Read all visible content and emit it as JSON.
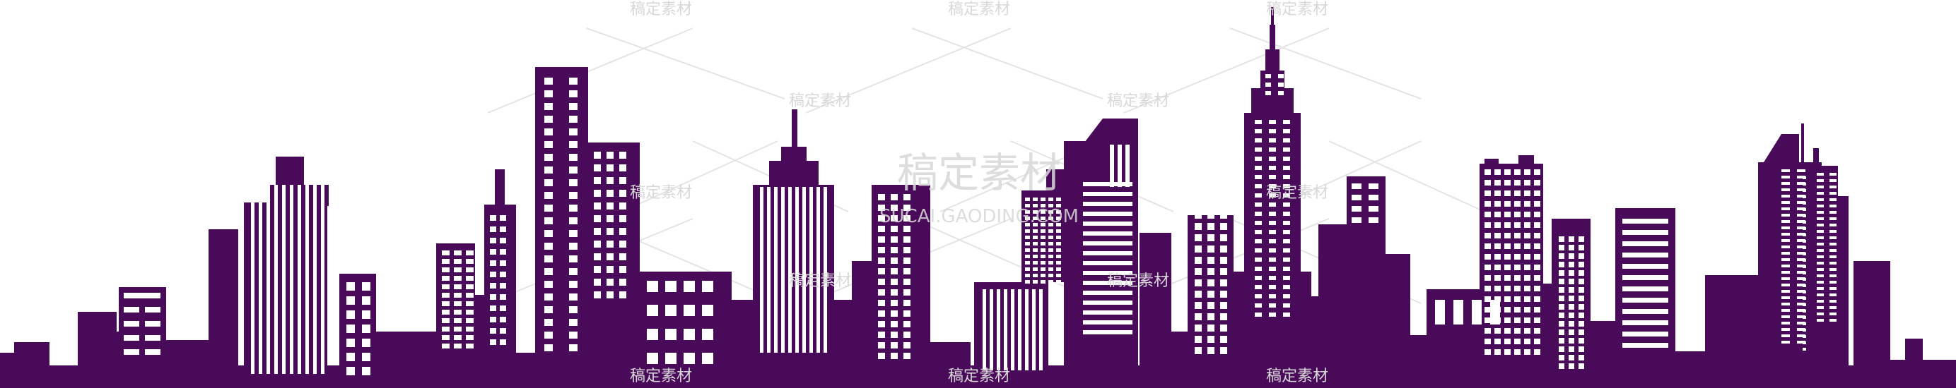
{
  "colors": {
    "background": "#ffffff",
    "silhouette": "#4a0a5a",
    "window": "#ffffff",
    "watermark": "#d6d6d6"
  },
  "watermark": {
    "cjk": "稿定素材",
    "latin": "SUCAI.GAODING.COM"
  },
  "subject": "city-skyline-silhouette"
}
